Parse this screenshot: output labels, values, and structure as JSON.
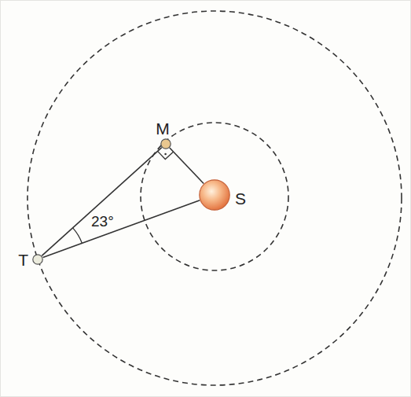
{
  "diagram": {
    "nodes": [
      {
        "text": [
          "M"
        ]
      },
      {
        "text": [
          "S"
        ]
      },
      {
        "text": [
          "T"
        ]
      }
    ],
    "edges": [
      {
        "from": 2,
        "to": 0,
        "arrow": "none"
      },
      {
        "from": 2,
        "to": 1,
        "arrow": "none"
      },
      {
        "from": 0,
        "to": 1,
        "arrow": "none"
      }
    ],
    "labels": [
      "23°"
    ]
  }
}
